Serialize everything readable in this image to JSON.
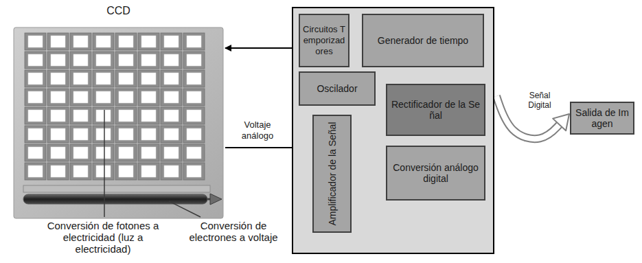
{
  "diagram": {
    "nodes": [
      {
        "text": [
          "CCD"
        ]
      },
      {
        "text": []
      },
      {
        "text": [
          "Circuitos Temporizadores"
        ],
        "in": 1
      },
      {
        "text": [
          "Generador de tiempo"
        ],
        "in": 1
      },
      {
        "text": [
          "Oscilador"
        ],
        "in": 1
      },
      {
        "text": [
          "Rectificador de la Señal"
        ],
        "in": 1
      },
      {
        "text": [
          "Amplificador de la Señal"
        ],
        "in": 1
      },
      {
        "text": [
          "Conversión análogo digital"
        ],
        "in": 1
      },
      {
        "text": [
          "Salida de Imagen"
        ]
      }
    ],
    "edges": [
      {
        "from": 1,
        "to": 0,
        "arrow": "to"
      },
      {
        "from": 0,
        "to": 6,
        "label": "Voltaje análogo",
        "arrow": "to"
      },
      {
        "from": 1,
        "to": 8,
        "label": "Señal Digital",
        "arrow": "to"
      }
    ],
    "labels": [
      "Conversión de fotones a electricidad (luz a electricidad)",
      "Conversión de electrones a voltaje"
    ]
  }
}
